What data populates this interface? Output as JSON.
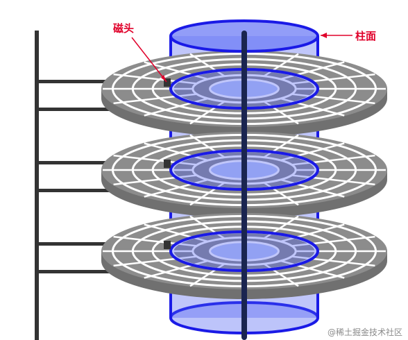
{
  "labels": {
    "head": "磁头",
    "cylinder": "柱面"
  },
  "watermark": "@稀土掘金技术社区",
  "colors": {
    "label": "#e0002a",
    "platter": "#8c8c8c",
    "platter_edge": "#707070",
    "track_gap": "#ffffff",
    "cylinder_fill": "#4a5cf0",
    "cylinder_stroke": "#1a1ae6",
    "spindle": "#1a2550",
    "arm": "#333333",
    "hub": "#b8c6f5",
    "watermark": "#8a8a8a"
  },
  "platters": 3
}
